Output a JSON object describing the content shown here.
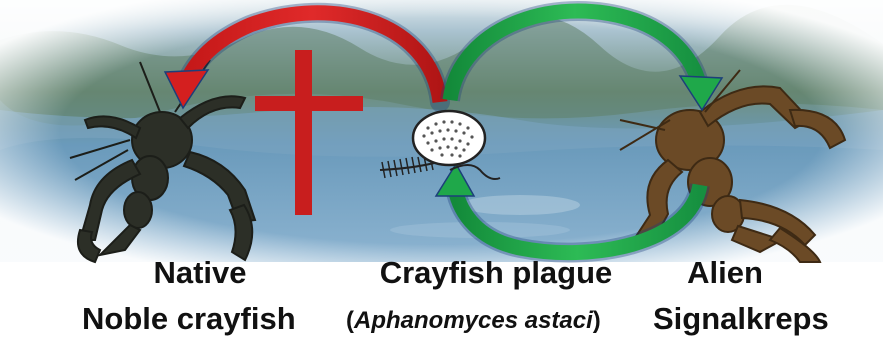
{
  "native": {
    "line1": "Native",
    "line2": "Noble crayfish"
  },
  "plague": {
    "line1": "Crayfish plague",
    "paren_open": "(",
    "species": "Aphanomyces astaci",
    "paren_close": ")"
  },
  "alien": {
    "line1": "Alien",
    "line2": "Signalkreps"
  },
  "colors": {
    "arrow_death": "#d41f1f",
    "arrow_cycle": "#1fa84a",
    "cross": "#c81e1e",
    "water": "#6e9cbd"
  }
}
